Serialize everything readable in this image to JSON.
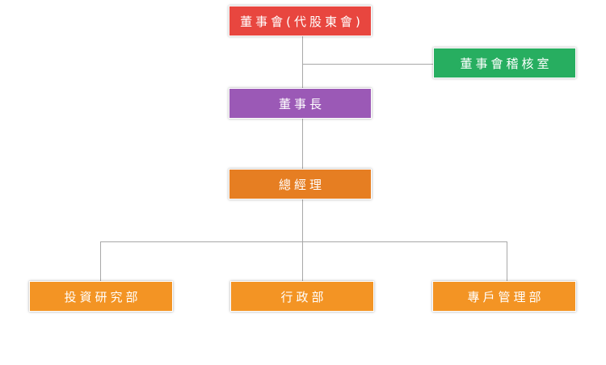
{
  "org_chart": {
    "board": {
      "label": "董事會(代股東會)",
      "color": "#e8463f"
    },
    "audit_office": {
      "label": "董事會稽核室",
      "color": "#27ae60"
    },
    "chairman": {
      "label": "董事長",
      "color": "#9b59b6"
    },
    "general_manager": {
      "label": "總經理",
      "color": "#e67e22"
    },
    "departments": [
      {
        "label": "投資研究部",
        "color": "#f39424"
      },
      {
        "label": "行政部",
        "color": "#f39424"
      },
      {
        "label": "專戶管理部",
        "color": "#f39424"
      }
    ]
  }
}
